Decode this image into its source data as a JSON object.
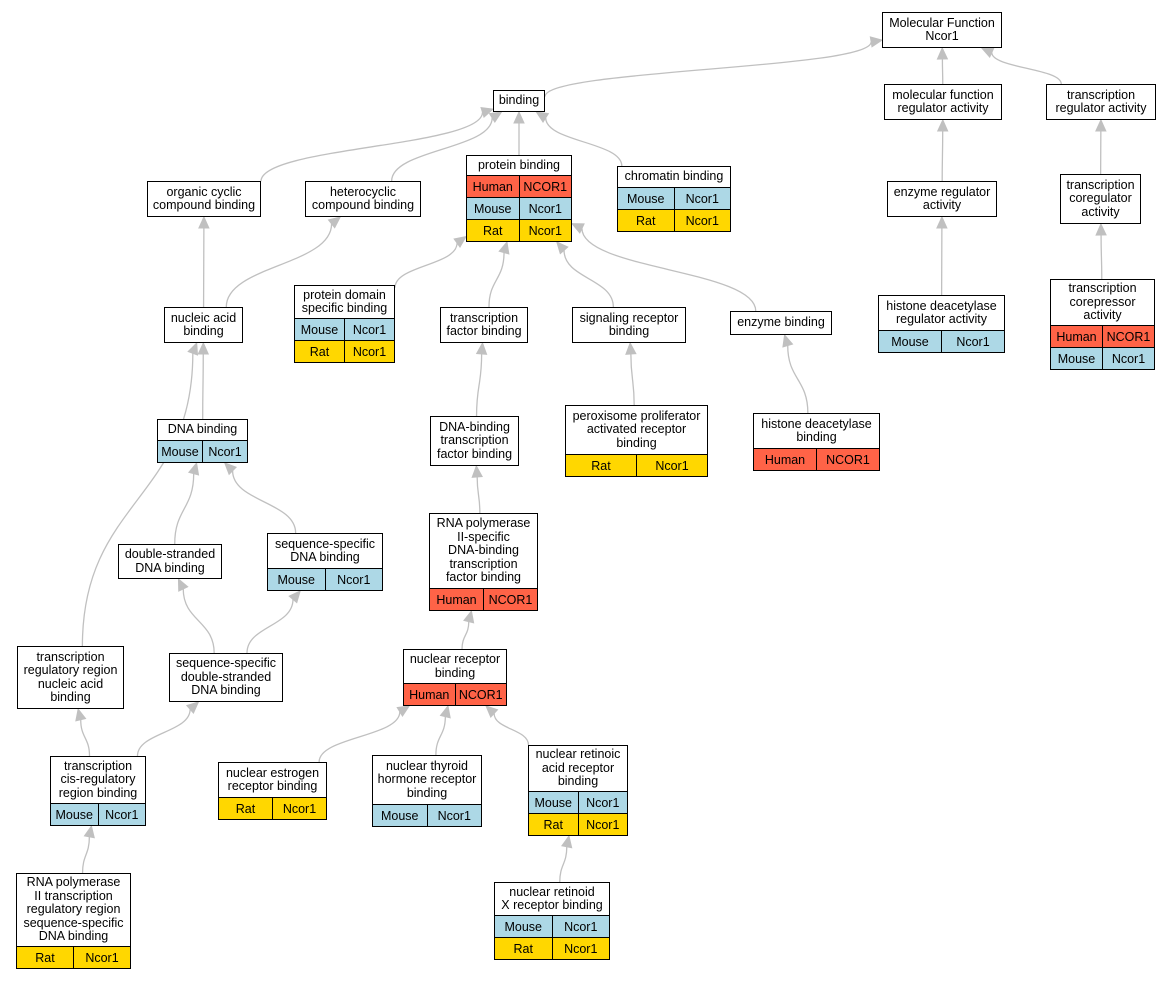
{
  "colors": {
    "Human": "#ff6347",
    "Mouse": "#add8e6",
    "Rat": "#ffd700",
    "edge": "#c0c0c0"
  },
  "nodes": [
    {
      "id": "mf",
      "label": "Molecular Function\nNcor1",
      "rows": []
    },
    {
      "id": "binding",
      "label": "binding",
      "rows": []
    },
    {
      "id": "mfra",
      "label": "molecular function\nregulator activity",
      "rows": []
    },
    {
      "id": "tra",
      "label": "transcription\nregulator activity",
      "rows": []
    },
    {
      "id": "ocb",
      "label": "organic cyclic\ncompound binding",
      "rows": []
    },
    {
      "id": "hcb",
      "label": "heterocyclic\ncompound binding",
      "rows": []
    },
    {
      "id": "pb",
      "label": "protein binding",
      "rows": [
        {
          "species": "Human",
          "gene": "NCOR1"
        },
        {
          "species": "Mouse",
          "gene": "Ncor1"
        },
        {
          "species": "Rat",
          "gene": "Ncor1"
        }
      ]
    },
    {
      "id": "cb",
      "label": "chromatin binding",
      "rows": [
        {
          "species": "Mouse",
          "gene": "Ncor1"
        },
        {
          "species": "Rat",
          "gene": "Ncor1"
        }
      ]
    },
    {
      "id": "era",
      "label": "enzyme regulator\nactivity",
      "rows": []
    },
    {
      "id": "tca",
      "label": "transcription\ncoregulator\nactivity",
      "rows": []
    },
    {
      "id": "pdsb",
      "label": "protein domain\nspecific binding",
      "rows": [
        {
          "species": "Mouse",
          "gene": "Ncor1"
        },
        {
          "species": "Rat",
          "gene": "Ncor1"
        }
      ]
    },
    {
      "id": "nab",
      "label": "nucleic acid\nbinding",
      "rows": []
    },
    {
      "id": "tfb",
      "label": "transcription\nfactor binding",
      "rows": []
    },
    {
      "id": "srb",
      "label": "signaling receptor\nbinding",
      "rows": []
    },
    {
      "id": "eb",
      "label": "enzyme binding",
      "rows": []
    },
    {
      "id": "hdra",
      "label": "histone deacetylase\nregulator activity",
      "rows": [
        {
          "species": "Mouse",
          "gene": "Ncor1"
        }
      ]
    },
    {
      "id": "tcra",
      "label": "transcription\ncorepressor\nactivity",
      "rows": [
        {
          "species": "Human",
          "gene": "NCOR1"
        },
        {
          "species": "Mouse",
          "gene": "Ncor1"
        }
      ]
    },
    {
      "id": "dnab",
      "label": "DNA binding",
      "rows": [
        {
          "species": "Mouse",
          "gene": "Ncor1"
        }
      ]
    },
    {
      "id": "dbtfb",
      "label": "DNA-binding\ntranscription\nfactor binding",
      "rows": []
    },
    {
      "id": "pparb",
      "label": "peroxisome proliferator\nactivated receptor\nbinding",
      "rows": [
        {
          "species": "Rat",
          "gene": "Ncor1"
        }
      ]
    },
    {
      "id": "hdb",
      "label": "histone deacetylase\nbinding",
      "rows": [
        {
          "species": "Human",
          "gene": "NCOR1"
        }
      ]
    },
    {
      "id": "rnap2",
      "label": "RNA polymerase\nII-specific\nDNA-binding\ntranscription\nfactor binding",
      "rows": [
        {
          "species": "Human",
          "gene": "NCOR1"
        }
      ]
    },
    {
      "id": "dsdna",
      "label": "double-stranded\nDNA binding",
      "rows": []
    },
    {
      "id": "ssdna",
      "label": "sequence-specific\nDNA binding",
      "rows": [
        {
          "species": "Mouse",
          "gene": "Ncor1"
        }
      ]
    },
    {
      "id": "trrnab",
      "label": "transcription\nregulatory region\nnucleic acid\nbinding",
      "rows": []
    },
    {
      "id": "ssds",
      "label": "sequence-specific\ndouble-stranded\nDNA binding",
      "rows": []
    },
    {
      "id": "nrb",
      "label": "nuclear receptor\nbinding",
      "rows": [
        {
          "species": "Human",
          "gene": "NCOR1"
        }
      ]
    },
    {
      "id": "tcrrb",
      "label": "transcription\ncis-regulatory\nregion binding",
      "rows": [
        {
          "species": "Mouse",
          "gene": "Ncor1"
        }
      ]
    },
    {
      "id": "nerb",
      "label": "nuclear estrogen\nreceptor binding",
      "rows": [
        {
          "species": "Rat",
          "gene": "Ncor1"
        }
      ]
    },
    {
      "id": "nthrb",
      "label": "nuclear thyroid\nhormone receptor\nbinding",
      "rows": [
        {
          "species": "Mouse",
          "gene": "Ncor1"
        }
      ]
    },
    {
      "id": "nrarb",
      "label": "nuclear retinoic\nacid receptor\nbinding",
      "rows": [
        {
          "species": "Mouse",
          "gene": "Ncor1"
        },
        {
          "species": "Rat",
          "gene": "Ncor1"
        }
      ]
    },
    {
      "id": "rnap2tr",
      "label": "RNA polymerase\nII transcription\nregulatory region\nsequence-specific\nDNA binding",
      "rows": [
        {
          "species": "Rat",
          "gene": "Ncor1"
        }
      ]
    },
    {
      "id": "nrxrb",
      "label": "nuclear retinoid\nX receptor binding",
      "rows": [
        {
          "species": "Mouse",
          "gene": "Ncor1"
        },
        {
          "species": "Rat",
          "gene": "Ncor1"
        }
      ]
    }
  ],
  "edges": [
    [
      "binding",
      "mf"
    ],
    [
      "mfra",
      "mf"
    ],
    [
      "tra",
      "mf"
    ],
    [
      "ocb",
      "binding"
    ],
    [
      "hcb",
      "binding"
    ],
    [
      "pb",
      "binding"
    ],
    [
      "cb",
      "binding"
    ],
    [
      "era",
      "mfra"
    ],
    [
      "tca",
      "tra"
    ],
    [
      "nab",
      "ocb"
    ],
    [
      "nab",
      "hcb"
    ],
    [
      "pdsb",
      "pb"
    ],
    [
      "tfb",
      "pb"
    ],
    [
      "srb",
      "pb"
    ],
    [
      "eb",
      "pb"
    ],
    [
      "hdra",
      "era"
    ],
    [
      "tcra",
      "tca"
    ],
    [
      "dnab",
      "nab"
    ],
    [
      "trrnab",
      "nab"
    ],
    [
      "dbtfb",
      "tfb"
    ],
    [
      "pparb",
      "srb"
    ],
    [
      "hdb",
      "eb"
    ],
    [
      "rnap2",
      "dbtfb"
    ],
    [
      "dsdna",
      "dnab"
    ],
    [
      "ssdna",
      "dnab"
    ],
    [
      "ssds",
      "dsdna"
    ],
    [
      "ssds",
      "ssdna"
    ],
    [
      "tcrrb",
      "trrnab"
    ],
    [
      "tcrrb",
      "ssds"
    ],
    [
      "nrb",
      "rnap2"
    ],
    [
      "nerb",
      "nrb"
    ],
    [
      "nthrb",
      "nrb"
    ],
    [
      "nrarb",
      "nrb"
    ],
    [
      "rnap2tr",
      "tcrrb"
    ],
    [
      "nrxrb",
      "nrarb"
    ]
  ]
}
